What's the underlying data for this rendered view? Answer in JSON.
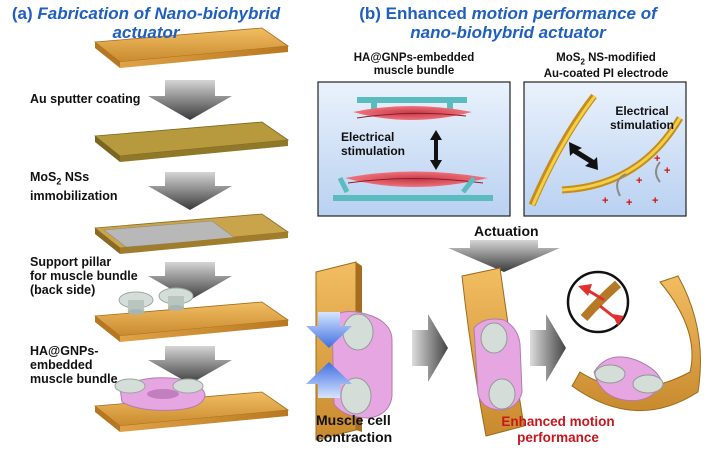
{
  "panel_a": {
    "prefix": "(a) ",
    "title_italic": "Fabrication of Nano-biohybrid",
    "title_line2": "actuator",
    "steps": [
      {
        "line1": "Au sputter coating",
        "line2": "",
        "line3": ""
      },
      {
        "line1": "MoS",
        "sub": "2",
        "line1_tail": " NSs",
        "line2": "immobilization",
        "line3": ""
      },
      {
        "line1": "Support pillar",
        "line2": "for muscle bundle",
        "line3": "(back side)"
      },
      {
        "line1": "HA@GNPs-",
        "line2": "embedded",
        "line3": "muscle bundle"
      }
    ]
  },
  "panel_b": {
    "prefix": "(b) ",
    "title_plain": "Enhanced ",
    "title_italic": "motion performance of",
    "title_line2": "nano-biohybrid actuator",
    "box1": {
      "title_line1": "HA@GNPs-embedded",
      "title_line2": "muscle bundle",
      "stim_line1": "Electrical",
      "stim_line2": "stimulation"
    },
    "box2": {
      "title_pre": "MoS",
      "title_sub": "2",
      "title_post": " NS-modified",
      "title_line2": "Au-coated PI electrode",
      "stim_line1": "Electrical",
      "stim_line2": "stimulation",
      "charge_symbol": "+"
    },
    "actuation": "Actuation",
    "contraction_line1": "Muscle cell",
    "contraction_line2": "contraction",
    "enhanced_line1": "Enhanced motion",
    "enhanced_line2": "performance"
  },
  "colors": {
    "heading": "#1f5fbf",
    "gold": "#d99a3c",
    "muscle": "#e6a6e2",
    "highlight": "#c8161d",
    "box_bg": "#cfe0f7"
  }
}
